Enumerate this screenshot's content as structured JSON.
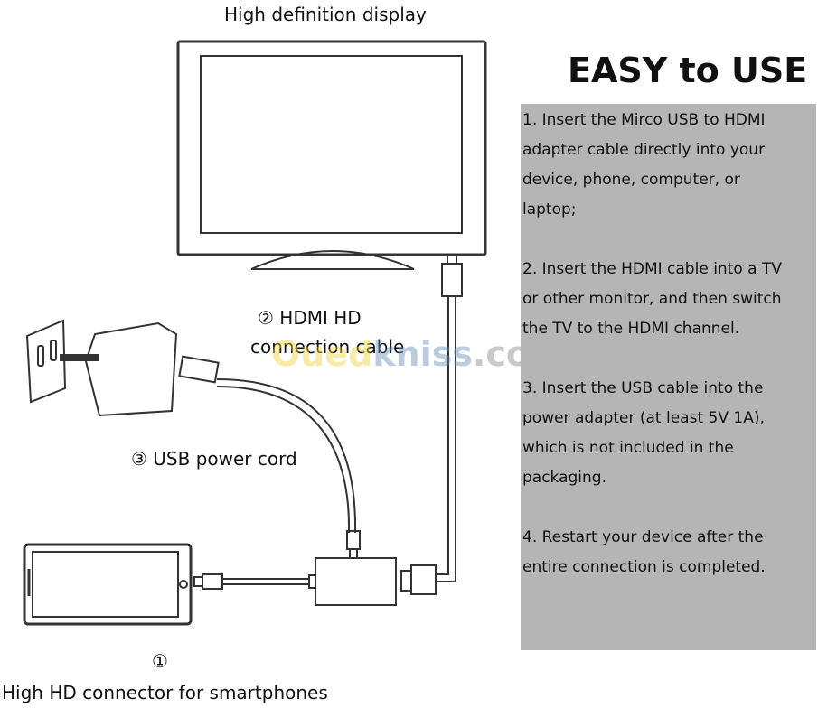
{
  "diagram": {
    "display_label": "High definition display",
    "hdmi_label_line1": "② HDMI  HD",
    "hdmi_label_line2": "connection cable",
    "usb_label": "③ USB power cord",
    "phone_marker": "①",
    "phone_label": "High HD connector for smartphones"
  },
  "watermark": {
    "part1": "Oued",
    "part2": "kniss",
    ".com": ".com"
  },
  "instructions": {
    "title": "EASY to USE",
    "steps": [
      {
        "lines": [
          "1. Insert the Mirco USB to HDMI",
          "adapter cable directly into your",
          "device, phone, computer, or",
          "laptop;"
        ]
      },
      {
        "lines": [
          "2. Insert the HDMI cable into a TV",
          "or other monitor, and then switch",
          "the TV to the HDMI channel."
        ]
      },
      {
        "lines": [
          "3. Insert the USB cable into the",
          "power adapter (at least 5V 1A),",
          "which is not included in the",
          "packaging."
        ]
      },
      {
        "lines": [
          "4. Restart your device after the",
          "entire connection is completed."
        ]
      }
    ]
  }
}
